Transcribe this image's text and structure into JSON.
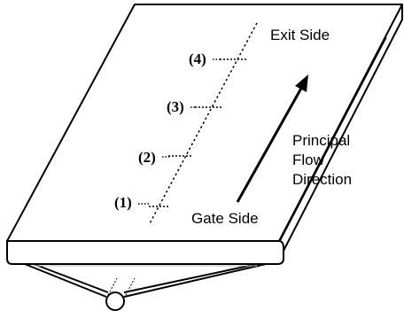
{
  "labels": {
    "exit_side": "Exit Side",
    "gate_side": "Gate Side",
    "flow_line1": "Principal",
    "flow_line2": "Flow",
    "flow_line3": "Direction"
  },
  "positions": [
    {
      "label": "(1)"
    },
    {
      "label": "(2)"
    },
    {
      "label": "(3)"
    },
    {
      "label": "(4)"
    }
  ],
  "colors": {
    "stroke": "#000000",
    "background": "#ffffff"
  }
}
